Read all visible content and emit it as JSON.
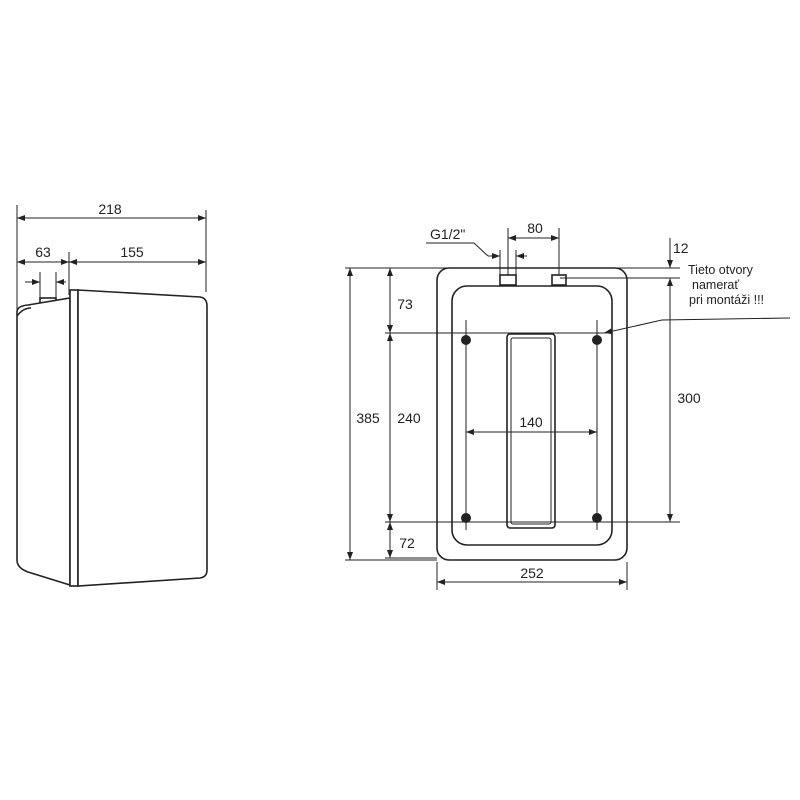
{
  "side_view": {
    "width_total": "218",
    "width_front": "63",
    "width_depth": "155"
  },
  "front_view": {
    "pipe_thread": "G1/2\"",
    "pipe_spacing": "80",
    "offset_top": "12",
    "note_lines": [
      "Tieto otvory",
      "namerať",
      "pri montáži !!!"
    ],
    "height_total": "385",
    "top_to_holes": "73",
    "hole_vertical": "240",
    "holes_to_bottom": "72",
    "height_to_holes": "300",
    "hole_horizontal": "140",
    "width_total": "252"
  }
}
